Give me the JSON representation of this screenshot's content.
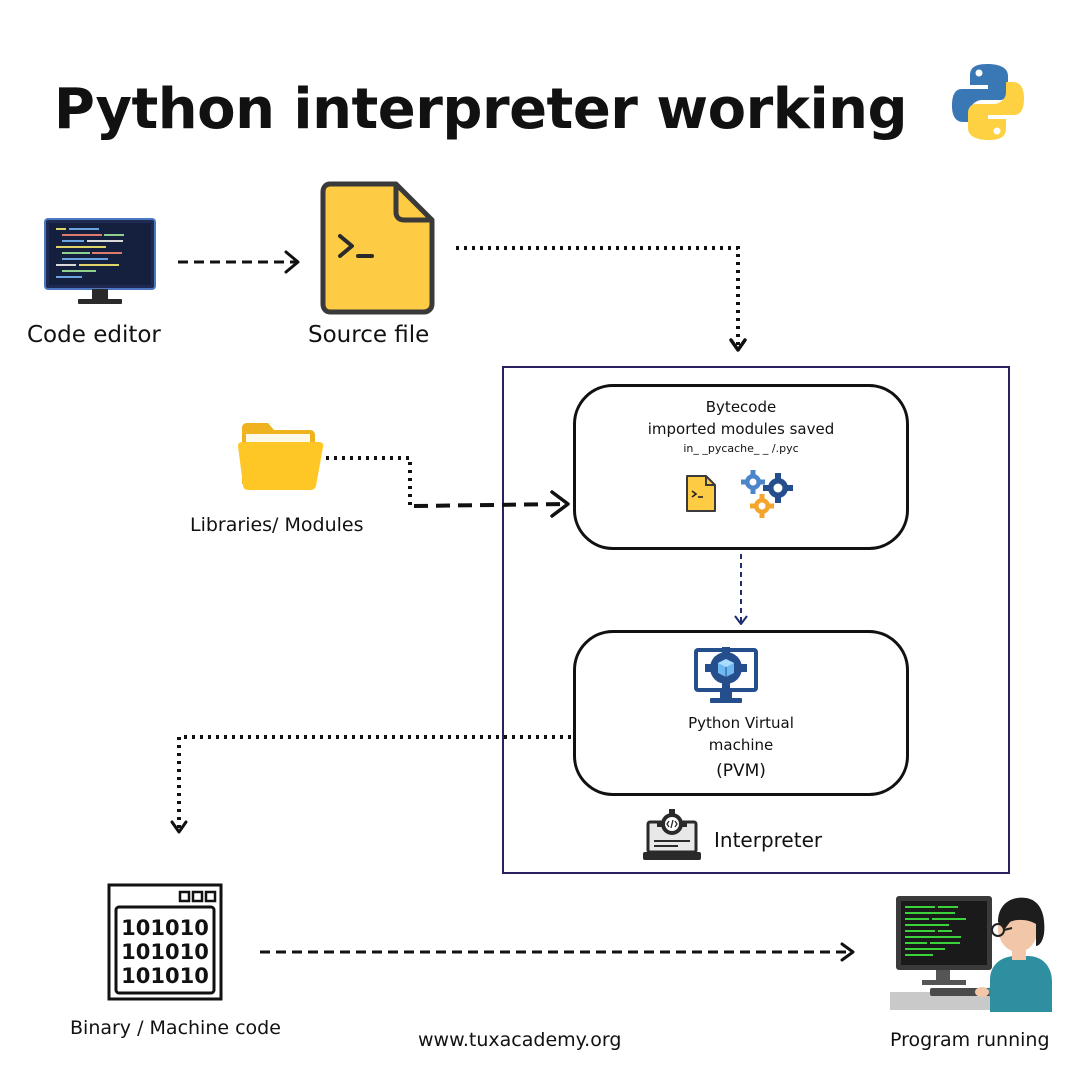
{
  "title": "Python interpreter working",
  "nodes": {
    "code_editor": "Code editor",
    "source_file": "Source file",
    "libraries": "Libraries/ Modules",
    "bytecode_title": "Bytecode",
    "bytecode_sub": "imported modules saved",
    "bytecode_path": "in_ _pycache_ _ /.pyc",
    "pvm_line1": "Python Virtual",
    "pvm_line2": "machine",
    "pvm_line3": "(PVM)",
    "interpreter": "Interpreter",
    "binary": "Binary / Machine code",
    "binary_rows": [
      "101010",
      "101010",
      "101010"
    ],
    "program_running": "Program running"
  },
  "footer": {
    "website": "www.tuxacademy.org"
  },
  "colors": {
    "python_blue": "#3a77b5",
    "python_yellow": "#fed142",
    "file_yellow": "#fecb45",
    "folder_yellow": "#f7c42c",
    "box_border": "#2b2060",
    "gear_blue": "#244e8c",
    "gear_orange": "#f3a62b"
  },
  "icons": {
    "logo": "python-logo-icon",
    "editor": "monitor-code-icon",
    "source": "script-file-icon",
    "folder": "folder-icon",
    "gears": "gears-icon",
    "pvm": "monitor-cube-icon",
    "interpreter": "laptop-gear-icon",
    "binary": "binary-window-icon",
    "running": "programmer-icon"
  }
}
